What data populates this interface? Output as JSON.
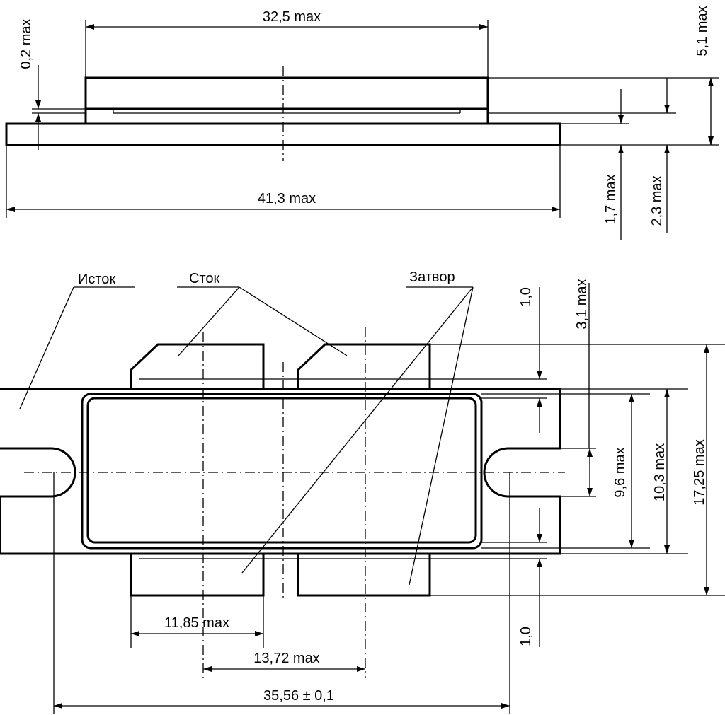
{
  "labels": {
    "source": "Исток",
    "drain": "Сток",
    "gate": "Затвор"
  },
  "dimensions": {
    "top_width": "32,5 max",
    "gap_0_2": "0,2 max",
    "height_5_1": "5,1 max",
    "base_width": "41,3 max",
    "h_1_7": "1,7 max",
    "h_2_3": "2,3 max",
    "lead_1_0_top": "1,0",
    "lead_3_1": "3,1 max",
    "d_9_6": "9,6 max",
    "d_10_3": "10,3 max",
    "d_17_25": "17,25 max",
    "w_11_85": "11,85 max",
    "w_13_72": "13,72 max",
    "hole_pitch": "35,56 ± 0,1",
    "lead_1_0_bottom": "1,0"
  },
  "colors": {
    "line": "#000000",
    "background": "#ffffff"
  }
}
